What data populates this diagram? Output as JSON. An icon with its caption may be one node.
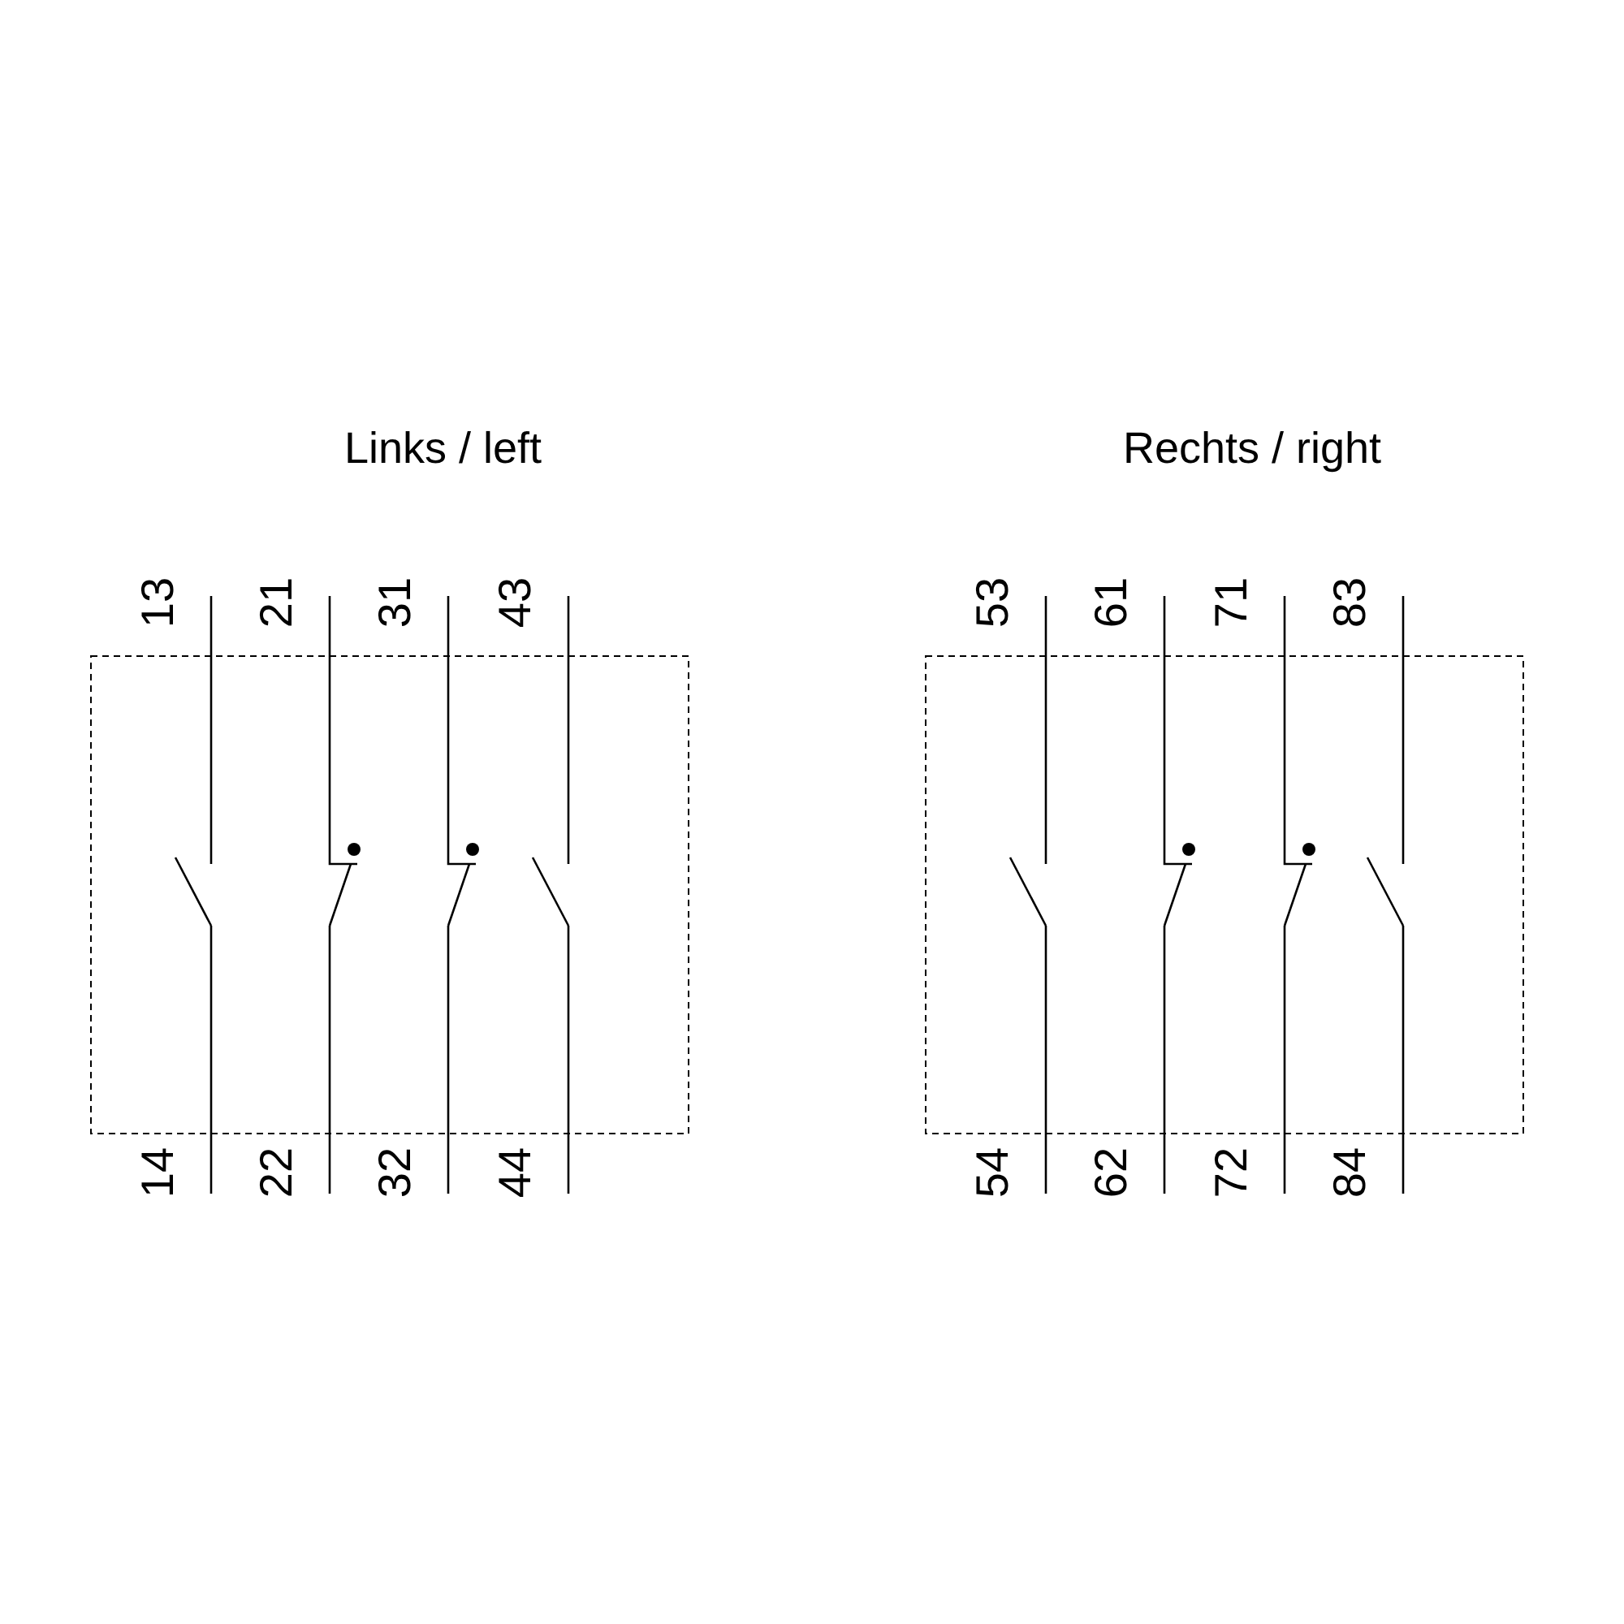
{
  "diagram": {
    "labels": [
      "Links / left",
      "Rechts / right",
      "13",
      "21",
      "31",
      "43",
      "53",
      "61",
      "71",
      "83",
      "14",
      "22",
      "32",
      "44",
      "54",
      "62",
      "72",
      "84"
    ]
  }
}
